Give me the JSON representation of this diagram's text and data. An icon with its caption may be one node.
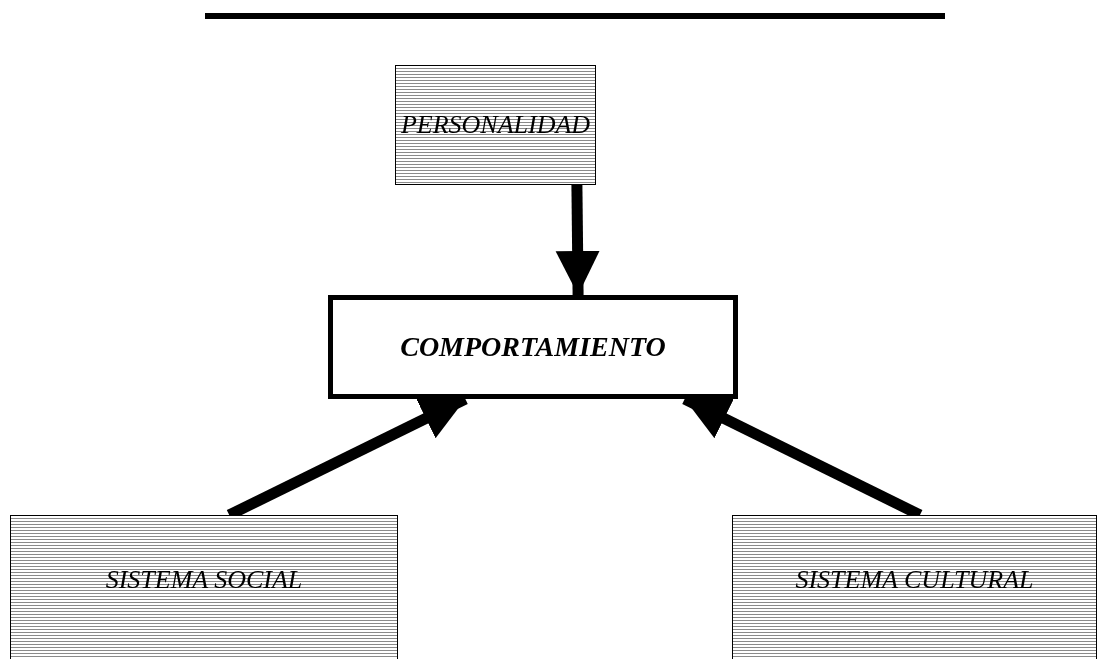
{
  "diagram": {
    "nodes": [
      {
        "text": [
          "PERSONALIDAD"
        ]
      },
      {
        "text": [
          "COMPORTAMIENTO"
        ]
      },
      {
        "text": [
          "SISTEMA SOCIAL"
        ]
      },
      {
        "text": [
          "SISTEMA CULTURAL"
        ]
      }
    ],
    "edges": [
      {
        "from": 0,
        "to": 1,
        "arrow": "to"
      },
      {
        "from": 2,
        "to": 1,
        "arrow": "to"
      },
      {
        "from": 3,
        "to": 1,
        "arrow": "to"
      }
    ]
  }
}
